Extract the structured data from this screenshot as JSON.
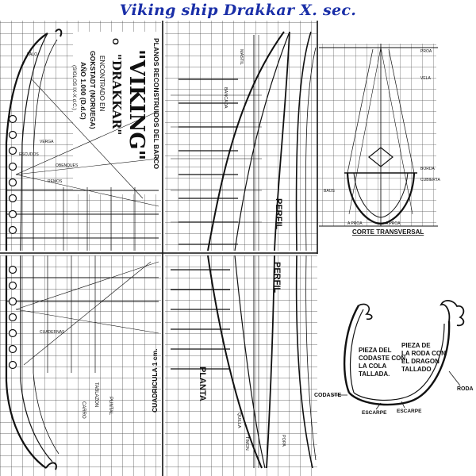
{
  "title": "Viking ship Drakkar X. sec.",
  "colors": {
    "title": "#1a2fa8",
    "ink": "#111111",
    "grid": "#3a3a3a"
  },
  "plaque": {
    "heading": "PLANOS RECONSTRUIDOS DEL BARCO",
    "name": "\"VIKING\"",
    "alt_prefix": "O",
    "alt_name": "\"DRAKKAR\"",
    "found_1": "ENCONTRADO EN",
    "found_2": "GOKSTADT (NORUEGA)",
    "year": "AÑO 1.000 (D.d.C)",
    "dates": "(SIGLOS IX-X d.C.)"
  },
  "labels": {
    "perfil_1": "PERFIL",
    "perfil_2": "PERFIL",
    "planta": "PLANTA",
    "cuadricula": "CUADRICULA 1 cm.",
    "corte_transversal": "CORTE TRANSVERSAL",
    "proa_right": "PROA",
    "popa": "POPA",
    "a_proa_1": "A PROA",
    "a_proa_2": "A PROA",
    "pieza_1_a": "PIEZA DEL",
    "pieza_1_b": "CODASTE CON",
    "pieza_1_c": "LA COLA",
    "pieza_1_d": "TALLADA.",
    "pieza_2_a": "PIEZA DE",
    "pieza_2_b": "LA RODA CON",
    "pieza_2_c": "EL DRAGON",
    "pieza_2_d": "TALLADO",
    "codaste": "CODASTE",
    "roda": "RODA",
    "escarpe_1": "ESCARPE",
    "escarpe_2": "ESCARPE",
    "palo": "PALO",
    "verga": "VERGA",
    "remos": "REMOS",
    "escudos": "ESCUDOS",
    "obenques": "OBENQUES",
    "quilla": "QUILLA",
    "timon": "TIMON",
    "bancada": "BANCADA",
    "cuadernas": "CUADERNAS",
    "mastil": "MASTIL",
    "tablazon": "TABLAZON",
    "carro": "CARRO",
    "puntal": "PUNTAL",
    "vela": "VELA",
    "borda": "BORDA",
    "cubierta": "CUBIERTA",
    "baos": "BAOS"
  }
}
